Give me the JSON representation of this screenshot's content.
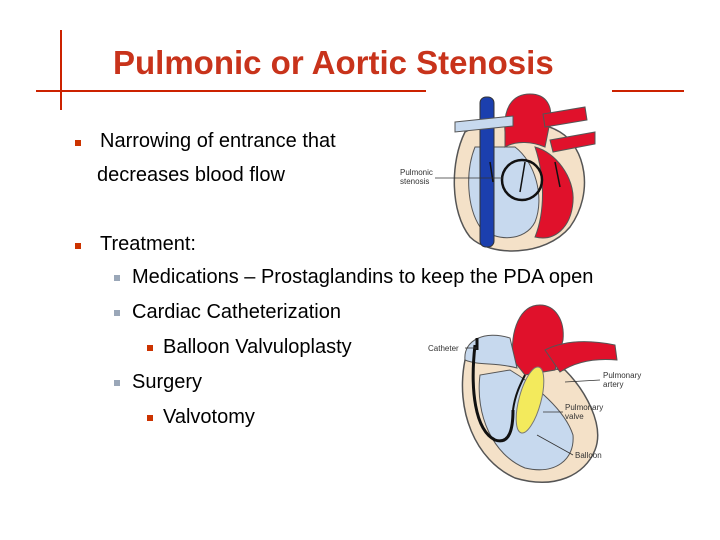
{
  "slide": {
    "title": "Pulmonic or Aortic Stenosis",
    "bullets": [
      {
        "text": "Narrowing of entrance that",
        "cont": "decreases blood flow"
      },
      {
        "text": "Treatment:"
      }
    ],
    "sub": [
      "Medications – Prostaglandins to keep the PDA open",
      "Cardiac Catheterization",
      "Balloon Valvuloplasty",
      "Surgery",
      "Valvotomy"
    ],
    "diagram_top": {
      "label_line1": "Pulmonic",
      "label_line2": "stenosis"
    },
    "diagram_bottom": {
      "catheter": "Catheter",
      "pa_line1": "Pulmonary",
      "pa_line2": "artery",
      "pv_line1": "Pulmonary",
      "pv_line2": "valve",
      "balloon": "Balloon"
    },
    "colors": {
      "title": "#c8331b",
      "accent_line": "#cc2200",
      "bullet_main": "#cc3300",
      "bullet_sub": "#9aa7b8",
      "heart_red": "#e0112b",
      "heart_blue": "#1b3fae",
      "heart_pale": "#c7d9ee",
      "balloon": "#f3ea5c"
    }
  }
}
